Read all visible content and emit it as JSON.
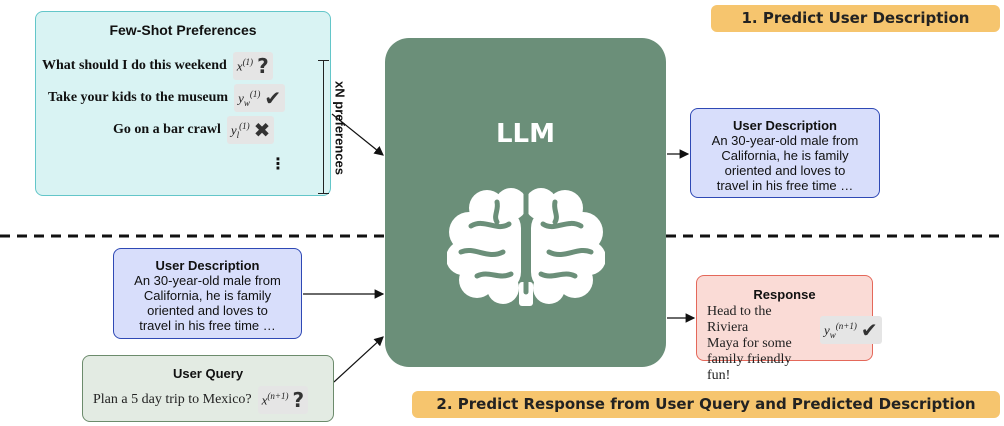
{
  "banners": {
    "top": "1. Predict User Description",
    "bottom": "2. Predict Response from User Query and Predicted Description"
  },
  "few_shot": {
    "title": "Few-Shot Preferences",
    "rows": [
      {
        "text": "What should I do this weekend",
        "math_base": "x",
        "math_sup": "(1)",
        "math_sub": "",
        "mark": "?"
      },
      {
        "text": "Take your kids to the museum",
        "math_base": "y",
        "math_sup": "(1)",
        "math_sub": "w",
        "mark": "✔"
      },
      {
        "text": "Go on a bar crawl",
        "math_base": "y",
        "math_sup": "(1)",
        "math_sub": "l",
        "mark": "✖"
      }
    ],
    "ellipsis": "⋮",
    "bracket_label": "xN preferences"
  },
  "llm": {
    "label": "LLM",
    "icon": "brain-icon"
  },
  "user_description": {
    "title": "User Description",
    "lines": [
      "An 30-year-old male from",
      "California, he is family",
      "oriented and loves to",
      "travel in his free time …"
    ]
  },
  "user_query": {
    "title": "User Query",
    "text": "Plan a 5 day trip to Mexico?",
    "math_base": "x",
    "math_sup": "(n+1)",
    "mark": "?"
  },
  "response": {
    "title": "Response",
    "lines": [
      "Head to the Riviera",
      "Maya for some",
      "family friendly fun!"
    ],
    "math_base": "y",
    "math_sup": "(n+1)",
    "math_sub": "w",
    "mark": "✔"
  },
  "colors": {
    "llm": "#6b8f79",
    "few_shot_bg": "#d9f3f3",
    "description_bg": "#d8defb",
    "query_bg": "#e3ebe3",
    "response_bg": "#fadbd6",
    "banner": "#f6c56e"
  }
}
